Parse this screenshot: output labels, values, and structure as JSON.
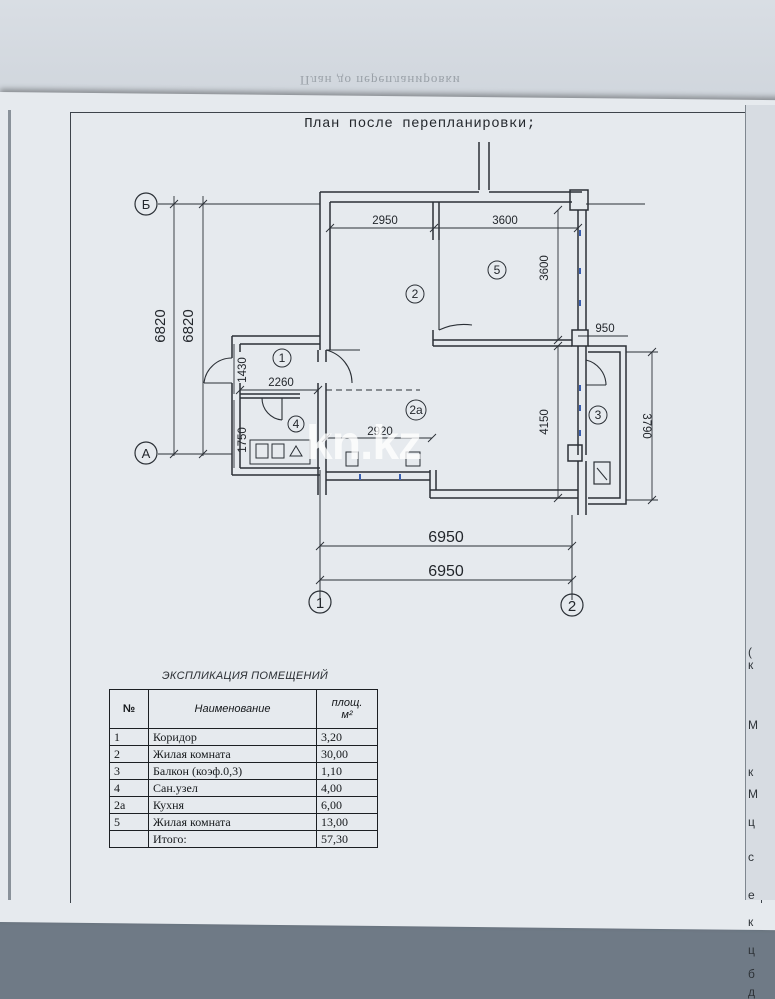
{
  "document": {
    "title": "План после перепланировки;",
    "back_sheet_text": "План до перепланировки"
  },
  "plan": {
    "axis_letters": [
      "Б",
      "А"
    ],
    "axis_numbers": [
      "1",
      "2"
    ],
    "room_labels": [
      "1",
      "2",
      "2а",
      "3",
      "4",
      "5"
    ],
    "dimensions": {
      "top_left": "2950",
      "top_right": "3600",
      "room5_height": "3600",
      "balcony_width": "950",
      "corridor_width": "2260",
      "corridor_height": "1430",
      "kitchen_width": "2920",
      "bath_height": "1750",
      "right_height": "4150",
      "balcony_height": "3790",
      "overall_height_outer": "6820",
      "overall_height_inner": "6820",
      "overall_width_upper": "6950",
      "overall_width_lower": "6950"
    }
  },
  "watermark": "kn.kz",
  "explication": {
    "title": "ЭКСПЛИКАЦИЯ ПОМЕЩЕНИЙ",
    "headers": {
      "no": "№",
      "name": "Наименование",
      "area_line1": "площ.",
      "area_line2": "м²"
    },
    "rows": [
      {
        "no": "1",
        "name": "Коридор",
        "area": "3,20"
      },
      {
        "no": "2",
        "name": "Жилая комната",
        "area": "30,00"
      },
      {
        "no": "3",
        "name": "Балкон (коэф.0,3)",
        "area": "1,10"
      },
      {
        "no": "4",
        "name": "Сан.узел",
        "area": "4,00"
      },
      {
        "no": "2а",
        "name": "Кухня",
        "area": "6,00"
      },
      {
        "no": "5",
        "name": "Жилая комната",
        "area": "13,00"
      }
    ],
    "total": {
      "name": "Итого:",
      "area": "57,30"
    }
  },
  "side_strip_chars": [
    "(",
    "к",
    "М",
    "к",
    "М",
    "ц",
    "с",
    "е",
    "к",
    "ц",
    "б",
    "д"
  ]
}
